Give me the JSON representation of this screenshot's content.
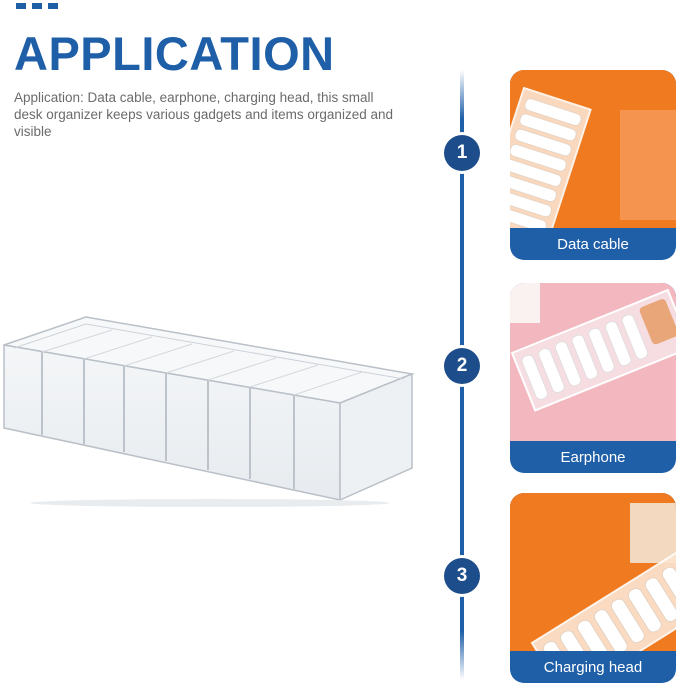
{
  "header": {
    "title": "APPLICATION",
    "description": "Application: Data cable, earphone, charging head, this small desk organizer keeps various gadgets and items organized and visible"
  },
  "colors": {
    "brand_blue": "#1f5fa8",
    "dark_blue": "#1d4d8a",
    "orange": "#f07a1f",
    "pink": "#f3b7c0"
  },
  "steps": [
    {
      "number": "1",
      "label": "Data cable",
      "background": "orange"
    },
    {
      "number": "2",
      "label": "Earphone",
      "background": "pink"
    },
    {
      "number": "3",
      "label": "Charging head",
      "background": "orange"
    }
  ]
}
